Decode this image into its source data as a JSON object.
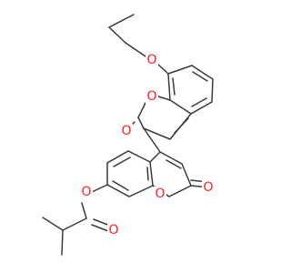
{
  "molecule": {
    "atom_labels": [
      "O",
      "O",
      "O",
      "O",
      "O",
      "O",
      "O"
    ],
    "colors": {
      "bond": "#3a3a3a",
      "oxygen": "#ff1f1f",
      "background": "#ffffff"
    }
  }
}
